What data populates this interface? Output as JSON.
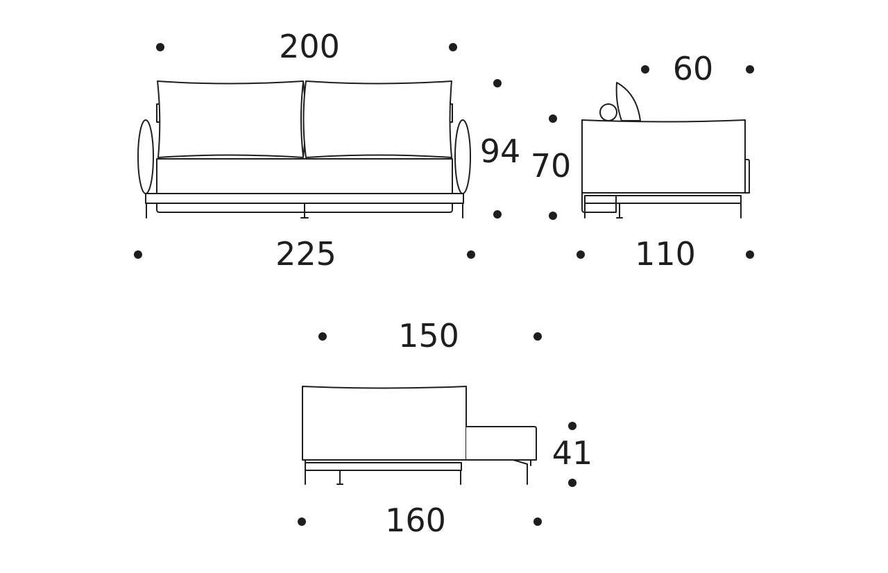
{
  "colors": {
    "ink": "#1e1e1e",
    "background": "#ffffff"
  },
  "labels": {
    "front_width_top": "200",
    "front_width_bottom": "225",
    "front_height": "94",
    "side_cushion_depth": "60",
    "side_seat_height": "70",
    "side_depth": "110",
    "bed_top_length": "150",
    "bed_height": "41",
    "bed_total_length": "160"
  }
}
